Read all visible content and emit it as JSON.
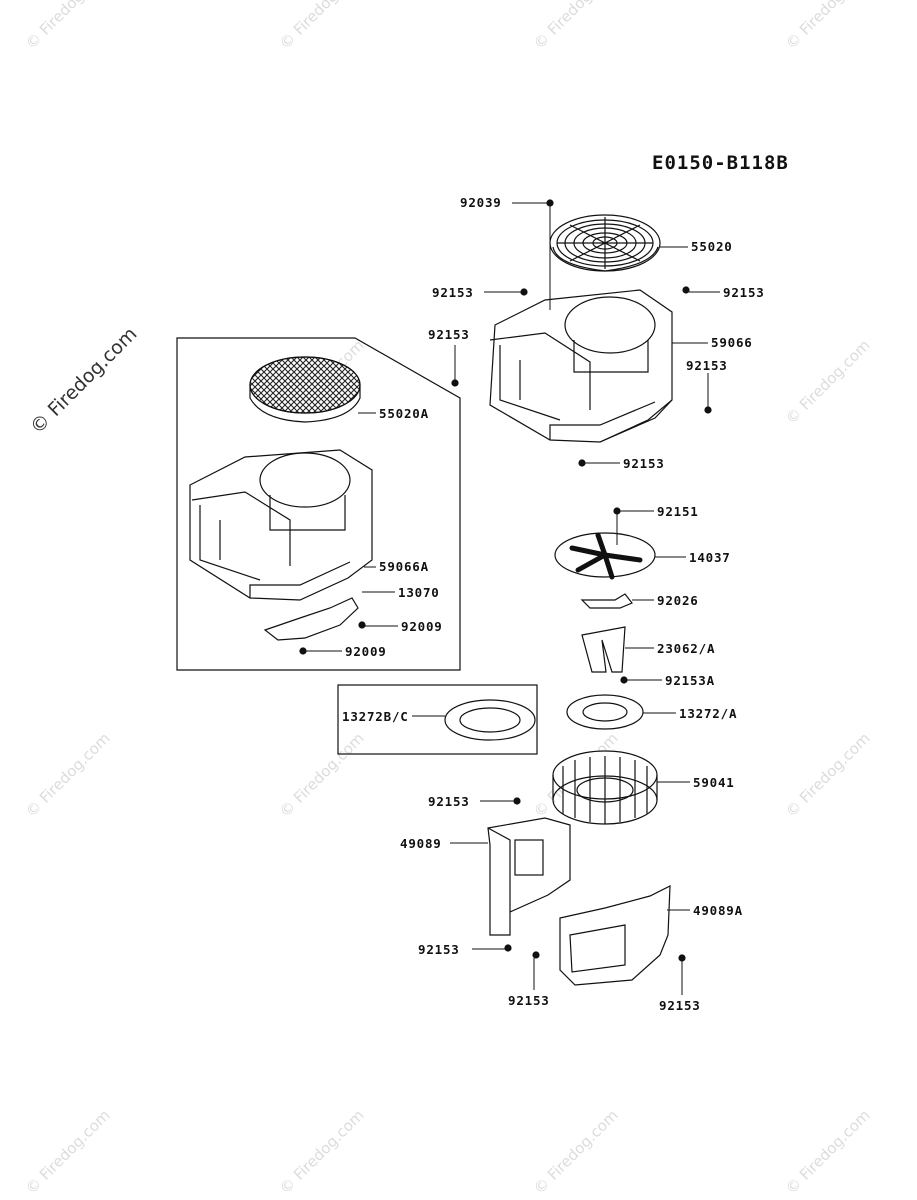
{
  "diagram_id": "E0150-B118B",
  "watermark": "© Firedog.com",
  "parts": [
    {
      "id": "p-92039",
      "label": "92039"
    },
    {
      "id": "p-55020",
      "label": "55020"
    },
    {
      "id": "p-92153-a",
      "label": "92153"
    },
    {
      "id": "p-92153-b",
      "label": "92153"
    },
    {
      "id": "p-92153-c",
      "label": "92153"
    },
    {
      "id": "p-59066",
      "label": "59066"
    },
    {
      "id": "p-92153-d",
      "label": "92153"
    },
    {
      "id": "p-92153-e",
      "label": "92153"
    },
    {
      "id": "p-55020A",
      "label": "55020A"
    },
    {
      "id": "p-59066A",
      "label": "59066A"
    },
    {
      "id": "p-13070",
      "label": "13070"
    },
    {
      "id": "p-92009-a",
      "label": "92009"
    },
    {
      "id": "p-92009-b",
      "label": "92009"
    },
    {
      "id": "p-92151",
      "label": "92151"
    },
    {
      "id": "p-14037",
      "label": "14037"
    },
    {
      "id": "p-92026",
      "label": "92026"
    },
    {
      "id": "p-23062A",
      "label": "23062/A"
    },
    {
      "id": "p-92153A",
      "label": "92153A"
    },
    {
      "id": "p-13272A",
      "label": "13272/A"
    },
    {
      "id": "p-13272BC",
      "label": "13272B/C"
    },
    {
      "id": "p-59041",
      "label": "59041"
    },
    {
      "id": "p-92153-f",
      "label": "92153"
    },
    {
      "id": "p-49089",
      "label": "49089"
    },
    {
      "id": "p-49089A",
      "label": "49089A"
    },
    {
      "id": "p-92153-g",
      "label": "92153"
    },
    {
      "id": "p-92153-h",
      "label": "92153"
    },
    {
      "id": "p-92153-i",
      "label": "92153"
    }
  ]
}
